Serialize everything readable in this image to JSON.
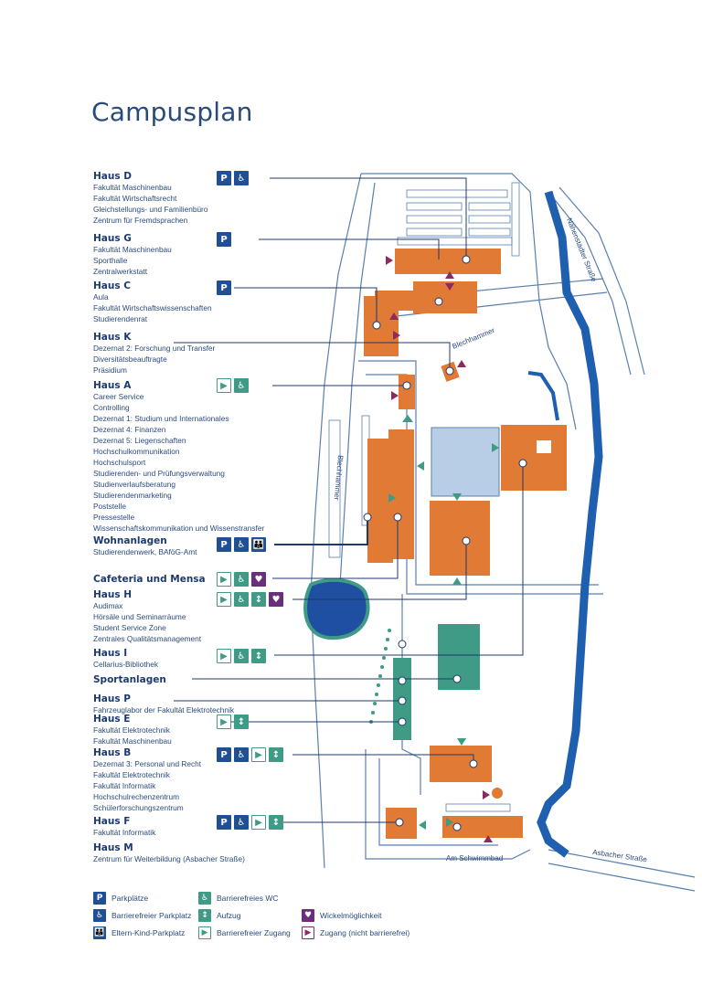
{
  "title": "Campusplan",
  "buildings": [
    {
      "name": "Haus D",
      "lines": [
        "Fakultät Maschinenbau",
        "Fakultät Wirtschaftsrecht",
        "Gleichstellungs- und Familienbüro",
        "Zentrum für Fremdsprachen"
      ]
    },
    {
      "name": "Haus G",
      "lines": [
        "Fakultät Maschinenbau",
        "Sporthalle",
        "Zentralwerkstatt"
      ]
    },
    {
      "name": "Haus C",
      "lines": [
        "Aula",
        "Fakultät Wirtschaftswissenschaften",
        "Studierendenrat"
      ]
    },
    {
      "name": "Haus K",
      "lines": [
        "Dezernat 2: Forschung und Transfer",
        "Diversitätsbeauftragte",
        "Präsidium"
      ]
    },
    {
      "name": "Haus A",
      "lines": [
        "Career Service",
        "Controlling",
        "Dezernat 1: Studium und Internationales",
        "Dezernat 4: Finanzen",
        "Dezernat 5: Liegenschaften",
        "Hochschulkommunikation",
        "Hochschulsport",
        "Studierenden- und Prüfungsverwaltung",
        "Studienverlaufsberatung",
        "Studierendenmarketing",
        "Poststelle",
        "Pressestelle",
        "Wissenschaftskommunikation und Wissenstransfer"
      ]
    },
    {
      "name": "Wohnanlagen",
      "lines": [
        "Studierendenwerk, BAföG-Amt"
      ]
    },
    {
      "name": "Cafeteria und Mensa",
      "lines": []
    },
    {
      "name": "Haus H",
      "lines": [
        "Audimax",
        "Hörsäle und Seminarräume",
        "Student Service Zone",
        "Zentrales Qualitätsmanagement"
      ]
    },
    {
      "name": "Haus I",
      "lines": [
        "Cellarius-Bibliothek"
      ]
    },
    {
      "name": "Sportanlagen",
      "lines": []
    },
    {
      "name": "Haus P",
      "lines": [
        "Fahrzeuglabor der Fakultät Elektrotechnik"
      ]
    },
    {
      "name": "Haus E",
      "lines": [
        "Fakultät Elektrotechnik",
        "Fakultät Maschinenbau"
      ]
    },
    {
      "name": "Haus B",
      "lines": [
        "Dezernat 3: Personal und Recht",
        "Fakultät Elektrotechnik",
        "Fakultät Informatik",
        "Hochschulrechenzentrum",
        "Schülerforschungszentrum"
      ]
    },
    {
      "name": "Haus F",
      "lines": [
        "Fakultät Informatik"
      ]
    },
    {
      "name": "Haus M",
      "lines": [
        "Zentrum für Weiterbildung (Asbacher Straße)"
      ]
    }
  ],
  "streets": {
    "nahrenstaedter": "Nähenstädter Straße",
    "blechhammer": "Blechhammer",
    "am_schwimmbad": "Am Schwimmbad",
    "asbacher": "Asbacher Straße",
    "map_label_4": "Blechhammer"
  },
  "legend": {
    "parking": "Parkplätze",
    "accessible_parking": "Barrierefreier Parkplatz",
    "parent_child_parking": "Eltern-Kind-Parkplatz",
    "accessible_wc": "Barrierefreies WC",
    "elevator": "Aufzug",
    "accessible_entrance": "Barrierefreier Zugang",
    "changing_table": "Wickelmöglichkeit",
    "entrance_not_accessible": "Zugang (nicht barrierefrei)"
  },
  "icon_glyphs": {
    "parking": "P",
    "wheelchair": "♿",
    "family": "👪",
    "wc": "♿",
    "elevator": "↕",
    "entrance": "▶",
    "baby": "♥"
  },
  "colors": {
    "building": "#e07a35",
    "sport": "#3f9b85",
    "parking_area": "#b8cde6",
    "road": "#5a7fb0",
    "water": "#1f5fb0",
    "accent": "#1f4f94"
  }
}
